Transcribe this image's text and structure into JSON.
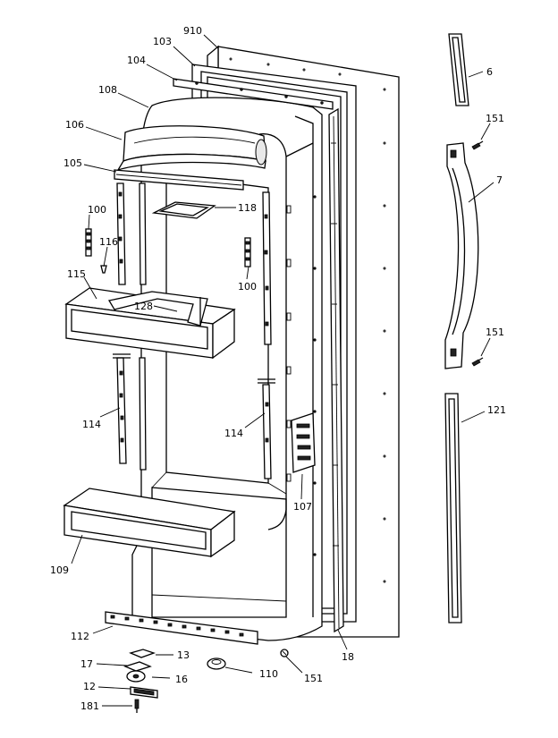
{
  "parts": [
    {
      "id": "p910",
      "label": "910"
    },
    {
      "id": "p103",
      "label": "103"
    },
    {
      "id": "p104",
      "label": "104"
    },
    {
      "id": "p108",
      "label": "108"
    },
    {
      "id": "p106",
      "label": "106"
    },
    {
      "id": "p105",
      "label": "105"
    },
    {
      "id": "p118",
      "label": "118"
    },
    {
      "id": "p100a",
      "label": "100"
    },
    {
      "id": "p116",
      "label": "116"
    },
    {
      "id": "p100b",
      "label": "100"
    },
    {
      "id": "p115",
      "label": "115"
    },
    {
      "id": "p128",
      "label": "128"
    },
    {
      "id": "p114a",
      "label": "114"
    },
    {
      "id": "p114b",
      "label": "114"
    },
    {
      "id": "p107",
      "label": "107"
    },
    {
      "id": "p109",
      "label": "109"
    },
    {
      "id": "p112",
      "label": "112"
    },
    {
      "id": "p13",
      "label": "13"
    },
    {
      "id": "p17",
      "label": "17"
    },
    {
      "id": "p16",
      "label": "16"
    },
    {
      "id": "p12",
      "label": "12"
    },
    {
      "id": "p181",
      "label": "181"
    },
    {
      "id": "p110",
      "label": "110"
    },
    {
      "id": "p151c",
      "label": "151"
    },
    {
      "id": "p18",
      "label": "18"
    },
    {
      "id": "p6",
      "label": "6"
    },
    {
      "id": "p151a",
      "label": "151"
    },
    {
      "id": "p7",
      "label": "7"
    },
    {
      "id": "p151b",
      "label": "151"
    },
    {
      "id": "p121",
      "label": "121"
    }
  ]
}
